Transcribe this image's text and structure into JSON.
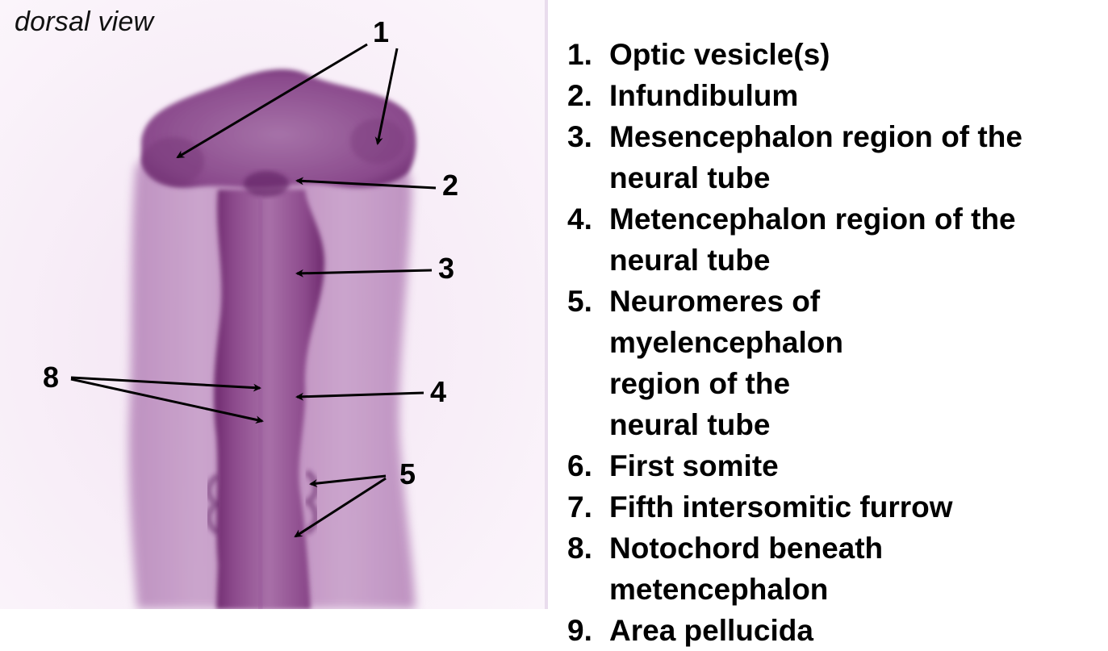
{
  "figure": {
    "view_label": "dorsal view",
    "callouts": [
      "1",
      "2",
      "3",
      "4",
      "5",
      "8"
    ],
    "legend": [
      {
        "number": "1.",
        "text": "Optic vesicle(s)"
      },
      {
        "number": "2.",
        "text": "Infundibulum"
      },
      {
        "number": "3.",
        "text": "Mesencephalon region of the neural tube"
      },
      {
        "number": "4.",
        "text": "Metencephalon region of the neural tube"
      },
      {
        "number": "5.",
        "text": "Neuromeres of myelencephalon region of the neural tube"
      },
      {
        "number": "6.",
        "text": "First somite"
      },
      {
        "number": "7.",
        "text": "Fifth intersomitic furrow"
      },
      {
        "number": "8.",
        "text": "Notochord beneath metencephalon"
      },
      {
        "number": "9.",
        "text": "Area pellucida"
      }
    ]
  },
  "colors": {
    "background": "#ffffff",
    "stain_light": "#c9a3cc",
    "stain_mid": "#a86aa8",
    "stain_dark": "#6e2a6e",
    "annotation": "#000000"
  }
}
